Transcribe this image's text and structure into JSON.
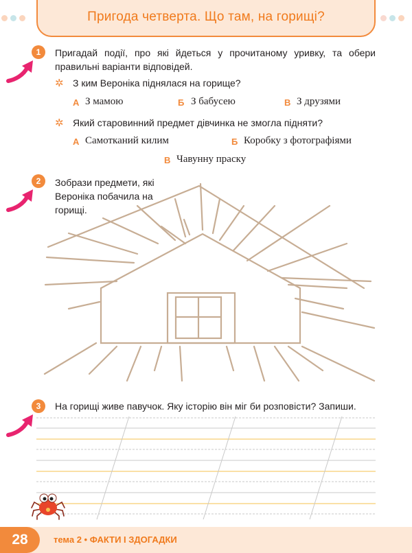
{
  "header": {
    "title": "Пригода четверта. Що там, на горищі?",
    "dot_colors": [
      "#fbd5bd",
      "#c7e5e9",
      "#fbd5bd",
      "#f9d9d0",
      "#c7e5e9",
      "#fbd5bd"
    ]
  },
  "task1": {
    "number": "1",
    "instruction": "Пригадай події, про які йдеться у прочитаному уривку, та обери правильні варіанти відповідей.",
    "questions": [
      {
        "text": "З ким Вероніка піднялася на горище?",
        "options": [
          {
            "letter": "А",
            "text": "З мамою"
          },
          {
            "letter": "Б",
            "text": "З бабусею"
          },
          {
            "letter": "В",
            "text": "З друзями"
          }
        ]
      },
      {
        "text": "Який старовинний предмет дівчинка не змогла підняти?",
        "options": [
          {
            "letter": "А",
            "text": "Самотканий килим"
          },
          {
            "letter": "Б",
            "text": "Коробку з фотографіями"
          },
          {
            "letter": "В",
            "text": "Чавунну праску"
          }
        ]
      }
    ]
  },
  "task2": {
    "number": "2",
    "instruction": "Зобрази предмети, які Вероніка побачила на горищі."
  },
  "task3": {
    "number": "3",
    "instruction": "На горищі живе павучок. Яку історію він міг би розповісти? Запиши."
  },
  "footer": {
    "page_number": "28",
    "topic_text": "тема 2 • ФАКТИ І ЗДОГАДКИ"
  },
  "colors": {
    "accent": "#f28a3c",
    "accent_light": "#fde8d7",
    "arrow": "#e8246f",
    "attic_lines": "#c7ad94",
    "writing_line_yellow": "#f5c24e"
  }
}
